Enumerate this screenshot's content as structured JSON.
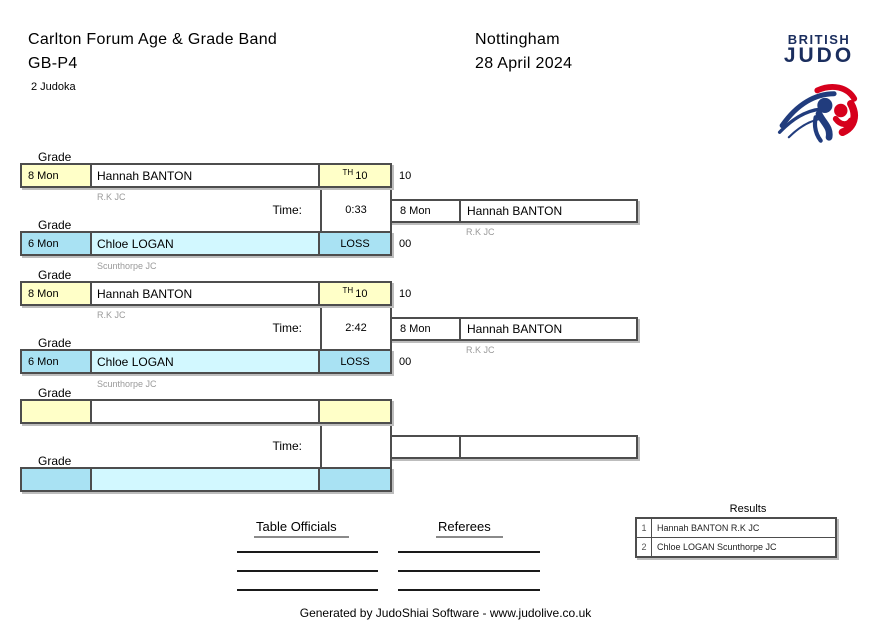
{
  "header": {
    "title_line1": "Carlton Forum Age & Grade Band",
    "title_line2": "GB-P4",
    "subtitle": "2 Judoka",
    "venue": "Nottingham",
    "date": "28 April 2024"
  },
  "logo": {
    "line1": "BRITISH",
    "line2": "JUDO"
  },
  "labels": {
    "grade": "Grade",
    "time": "Time:",
    "results": "Results",
    "table_officials": "Table Officials",
    "referees": "Referees"
  },
  "brackets": [
    {
      "p1": {
        "grade": "8 Mon",
        "name": "Hannah BANTON",
        "club": "R.K JC",
        "score_code": "TH",
        "score": "10",
        "points": "10"
      },
      "p2": {
        "grade": "6 Mon",
        "name": "Chloe LOGAN",
        "club": "Scunthorpe JC",
        "score_code": "",
        "score": "LOSS",
        "points": "00"
      },
      "time": "0:33",
      "winner": {
        "grade": "8 Mon",
        "name": "Hannah BANTON",
        "club": "R.K JC"
      }
    },
    {
      "p1": {
        "grade": "8 Mon",
        "name": "Hannah BANTON",
        "club": "R.K JC",
        "score_code": "TH",
        "score": "10",
        "points": "10"
      },
      "p2": {
        "grade": "6 Mon",
        "name": "Chloe LOGAN",
        "club": "Scunthorpe JC",
        "score_code": "",
        "score": "LOSS",
        "points": "00"
      },
      "time": "2:42",
      "winner": {
        "grade": "8 Mon",
        "name": "Hannah BANTON",
        "club": "R.K JC"
      }
    },
    {
      "p1": {
        "grade": "",
        "name": "",
        "club": "",
        "score_code": "",
        "score": "",
        "points": ""
      },
      "p2": {
        "grade": "",
        "name": "",
        "club": "",
        "score_code": "",
        "score": "",
        "points": ""
      },
      "time": "",
      "winner": {
        "grade": "",
        "name": "",
        "club": ""
      }
    }
  ],
  "results": {
    "rows": [
      {
        "rank": "1",
        "name": "Hannah BANTON R.K JC"
      },
      {
        "rank": "2",
        "name": "Chloe LOGAN Scunthorpe JC"
      }
    ]
  },
  "footer": "Generated by JudoShiai Software - www.judolive.co.uk",
  "colors": {
    "winner_cell_yellow": "#ffffc8",
    "loser_grade_blue": "#a9e2f3",
    "loser_name_cyan": "#d2f8ff",
    "border_gray": "#4d4d4d",
    "brand_navy": "#1b2e5e",
    "brand_red": "#d6001c"
  }
}
